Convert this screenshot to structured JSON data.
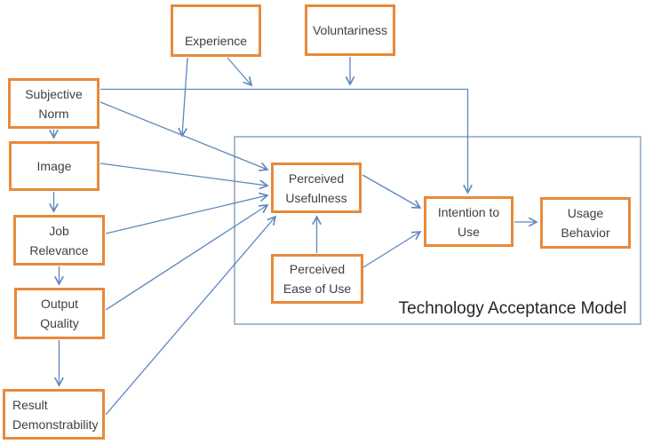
{
  "diagram": {
    "title": "Technology Acceptance Model",
    "nodes": {
      "experience": {
        "label": "Experience"
      },
      "voluntariness": {
        "label": "Voluntariness"
      },
      "subjective_norm": {
        "label": "Subjective\nNorm"
      },
      "image": {
        "label": "Image"
      },
      "job_relevance": {
        "label": "Job\nRelevance"
      },
      "output_quality": {
        "label": "Output\nQuality"
      },
      "result_demonstrability": {
        "label": "Result\nDemonstrability"
      },
      "perceived_usefulness": {
        "label": "Perceived\nUsefulness"
      },
      "perceived_ease_of_use": {
        "label": "Perceived\nEase of Use"
      },
      "intention_to_use": {
        "label": "Intention to\nUse"
      },
      "usage_behavior": {
        "label": "Usage\nBehavior"
      }
    },
    "edges": [
      {
        "from": "subjective_norm",
        "to": "image"
      },
      {
        "from": "image",
        "to": "job_relevance"
      },
      {
        "from": "job_relevance",
        "to": "output_quality"
      },
      {
        "from": "output_quality",
        "to": "result_demonstrability"
      },
      {
        "from": "subjective_norm",
        "to": "intention_to_use"
      },
      {
        "from": "subjective_norm",
        "to": "perceived_usefulness"
      },
      {
        "from": "image",
        "to": "perceived_usefulness"
      },
      {
        "from": "job_relevance",
        "to": "perceived_usefulness"
      },
      {
        "from": "output_quality",
        "to": "perceived_usefulness"
      },
      {
        "from": "result_demonstrability",
        "to": "perceived_usefulness"
      },
      {
        "from": "perceived_ease_of_use",
        "to": "perceived_usefulness"
      },
      {
        "from": "perceived_usefulness",
        "to": "intention_to_use"
      },
      {
        "from": "perceived_ease_of_use",
        "to": "intention_to_use"
      },
      {
        "from": "intention_to_use",
        "to": "usage_behavior"
      },
      {
        "from": "experience",
        "to": "link:subjective_norm-perceived_usefulness"
      },
      {
        "from": "experience",
        "to": "link:subjective_norm-intention_to_use"
      },
      {
        "from": "voluntariness",
        "to": "link:subjective_norm-intention_to_use"
      }
    ],
    "colors": {
      "node_border": "#E8893A",
      "node_fill": "#FFFFFF",
      "edge": "#5E87BE",
      "boundary_border": "#A7BBCE",
      "node_text": "#3F3F3F",
      "title_text": "#262626",
      "background": "#FFFFFF"
    }
  }
}
